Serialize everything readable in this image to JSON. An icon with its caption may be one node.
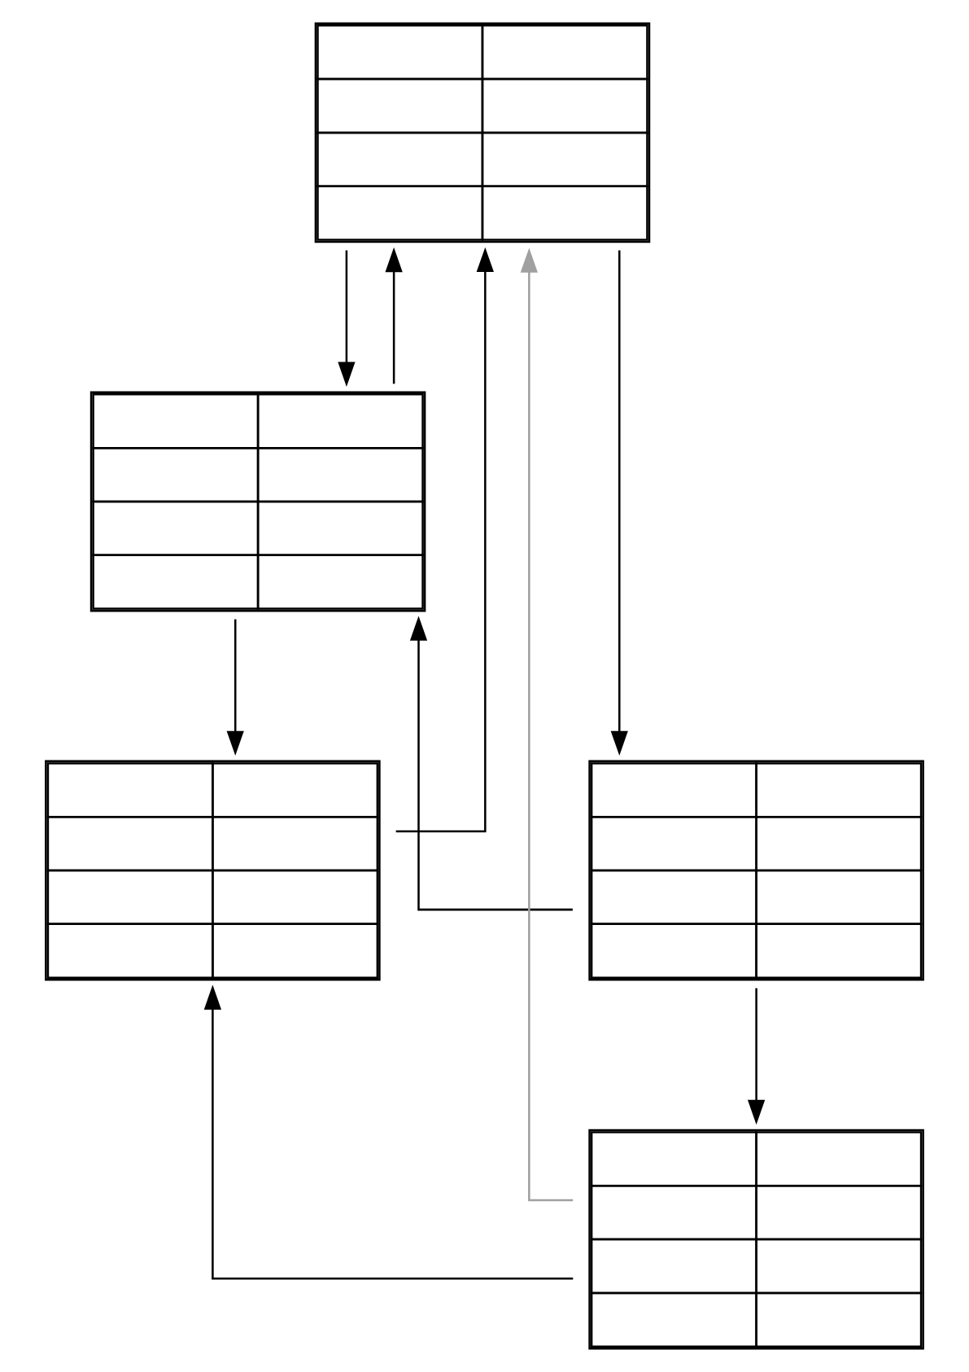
{
  "diagram": {
    "nodes": [
      {
        "text": [],
        "shape": "table"
      },
      {
        "text": [],
        "shape": "table"
      },
      {
        "text": [],
        "shape": "table"
      },
      {
        "text": [],
        "shape": "table"
      },
      {
        "text": [],
        "shape": "table"
      }
    ],
    "edges": [
      {
        "from": 0,
        "to": 3,
        "arrow": "to"
      },
      {
        "from": 0,
        "to": 1,
        "arrow": "to"
      },
      {
        "from": 1,
        "to": 0,
        "arrow": "to"
      },
      {
        "from": 3,
        "to": 1,
        "arrow": "to"
      },
      {
        "from": 3,
        "to": 4,
        "arrow": "to"
      },
      {
        "from": 4,
        "to": 2,
        "arrow": "to"
      },
      {
        "from": 2,
        "to": 0,
        "arrow": "to"
      },
      {
        "from": 1,
        "to": 2,
        "arrow": "to"
      },
      {
        "from": 4,
        "to": 0,
        "arrow": "to",
        "color": "#a0a0a0"
      }
    ]
  }
}
